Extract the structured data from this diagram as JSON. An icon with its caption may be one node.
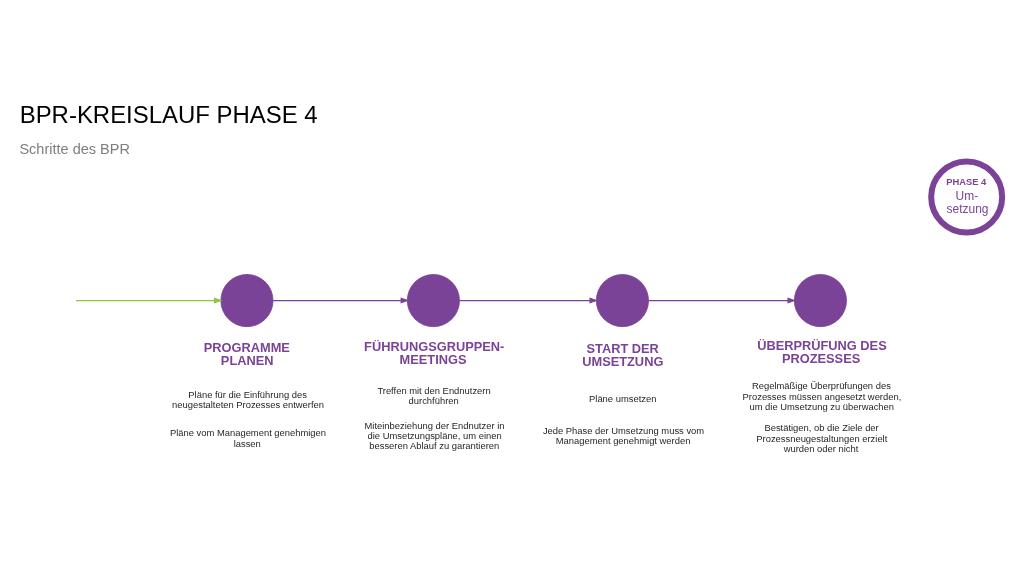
{
  "diagram": {
    "title": "BPR-KREISLAUF PHASE 4",
    "nodes": [
      {
        "text": [
          "PHASE 4",
          "Um- setzung"
        ]
      },
      {
        "text": [
          "PROGRAMME PLANEN"
        ],
        "beside": [
          "Pläne für die Einführung des neugestalteten Prozesses entwerfen",
          "Pläne vom Management genehmigen lassen"
        ]
      },
      {
        "text": [
          "FÜHRUNGSGRUPPEN- MEETINGS"
        ],
        "beside": [
          "Treffen mit den Endnutzern durchführen",
          "Miteinbeziehung der Endnutzer in die Umsetzungspläne, um einen besseren Ablauf zu garantieren"
        ]
      },
      {
        "text": [
          "START DER UMSETZUNG"
        ],
        "beside": [
          "Pläne umsetzen",
          "Jede Phase der Umsetzung muss vom Management genehmigt werden"
        ]
      },
      {
        "text": [
          "ÜBERPRÜFUNG DES PROZESSES"
        ],
        "beside": [
          "Regelmäßige Überprüfungen des Prozesses müssen angesetzt werden, um die Umsetzung zu überwachen",
          "Bestätigen, ob die Ziele der Prozessneugestaltungen erzielt wurden oder nicht"
        ]
      }
    ],
    "edges": [
      {
        "from": null,
        "to": 1,
        "arrow": "to",
        "color": "#8dc63f"
      },
      {
        "from": 1,
        "to": 2,
        "arrow": "to"
      },
      {
        "from": 2,
        "to": 3,
        "arrow": "to"
      },
      {
        "from": 3,
        "to": 4,
        "arrow": "to"
      }
    ],
    "labels": [
      "Schritte des BPR"
    ]
  }
}
